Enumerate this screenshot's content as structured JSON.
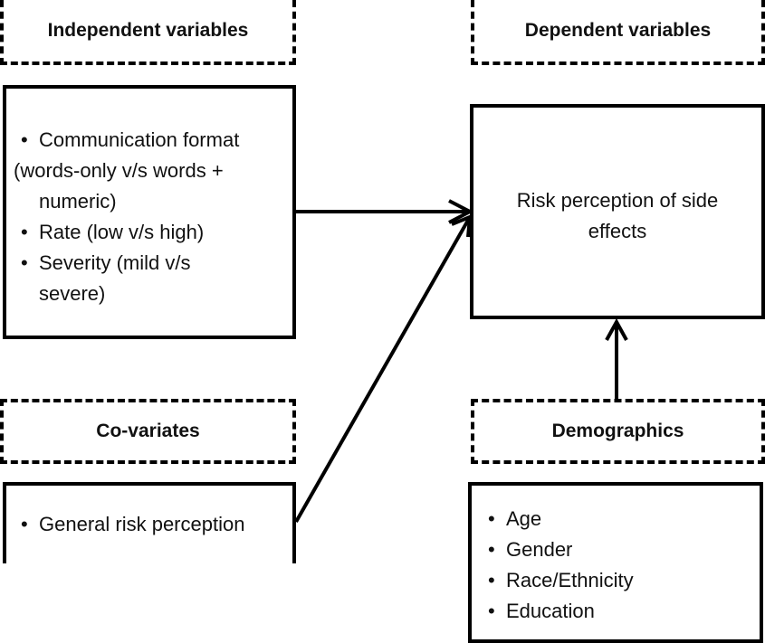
{
  "headers": {
    "independent": "Independent variables",
    "dependent": "Dependent variables",
    "covariates": "Co-variates",
    "demographics": "Demographics"
  },
  "independent_items": [
    "Communication format",
    "(words-only v/s words +",
    "numeric)",
    "Rate (low v/s high)",
    "Severity (mild v/s",
    "severe)"
  ],
  "dependent_box": "Risk perception of side effects",
  "covariate_items": [
    "General risk perception"
  ],
  "demographic_items": [
    "Age",
    "Gender",
    "Race/Ethnicity",
    "Education"
  ],
  "connections": [
    {
      "from": "independent-box",
      "to": "dependent-box",
      "type": "arrow"
    },
    {
      "from": "covariates-box",
      "to": "dependent-box",
      "type": "arrow"
    },
    {
      "from": "demographics-header",
      "to": "dependent-box",
      "type": "arrow"
    }
  ]
}
